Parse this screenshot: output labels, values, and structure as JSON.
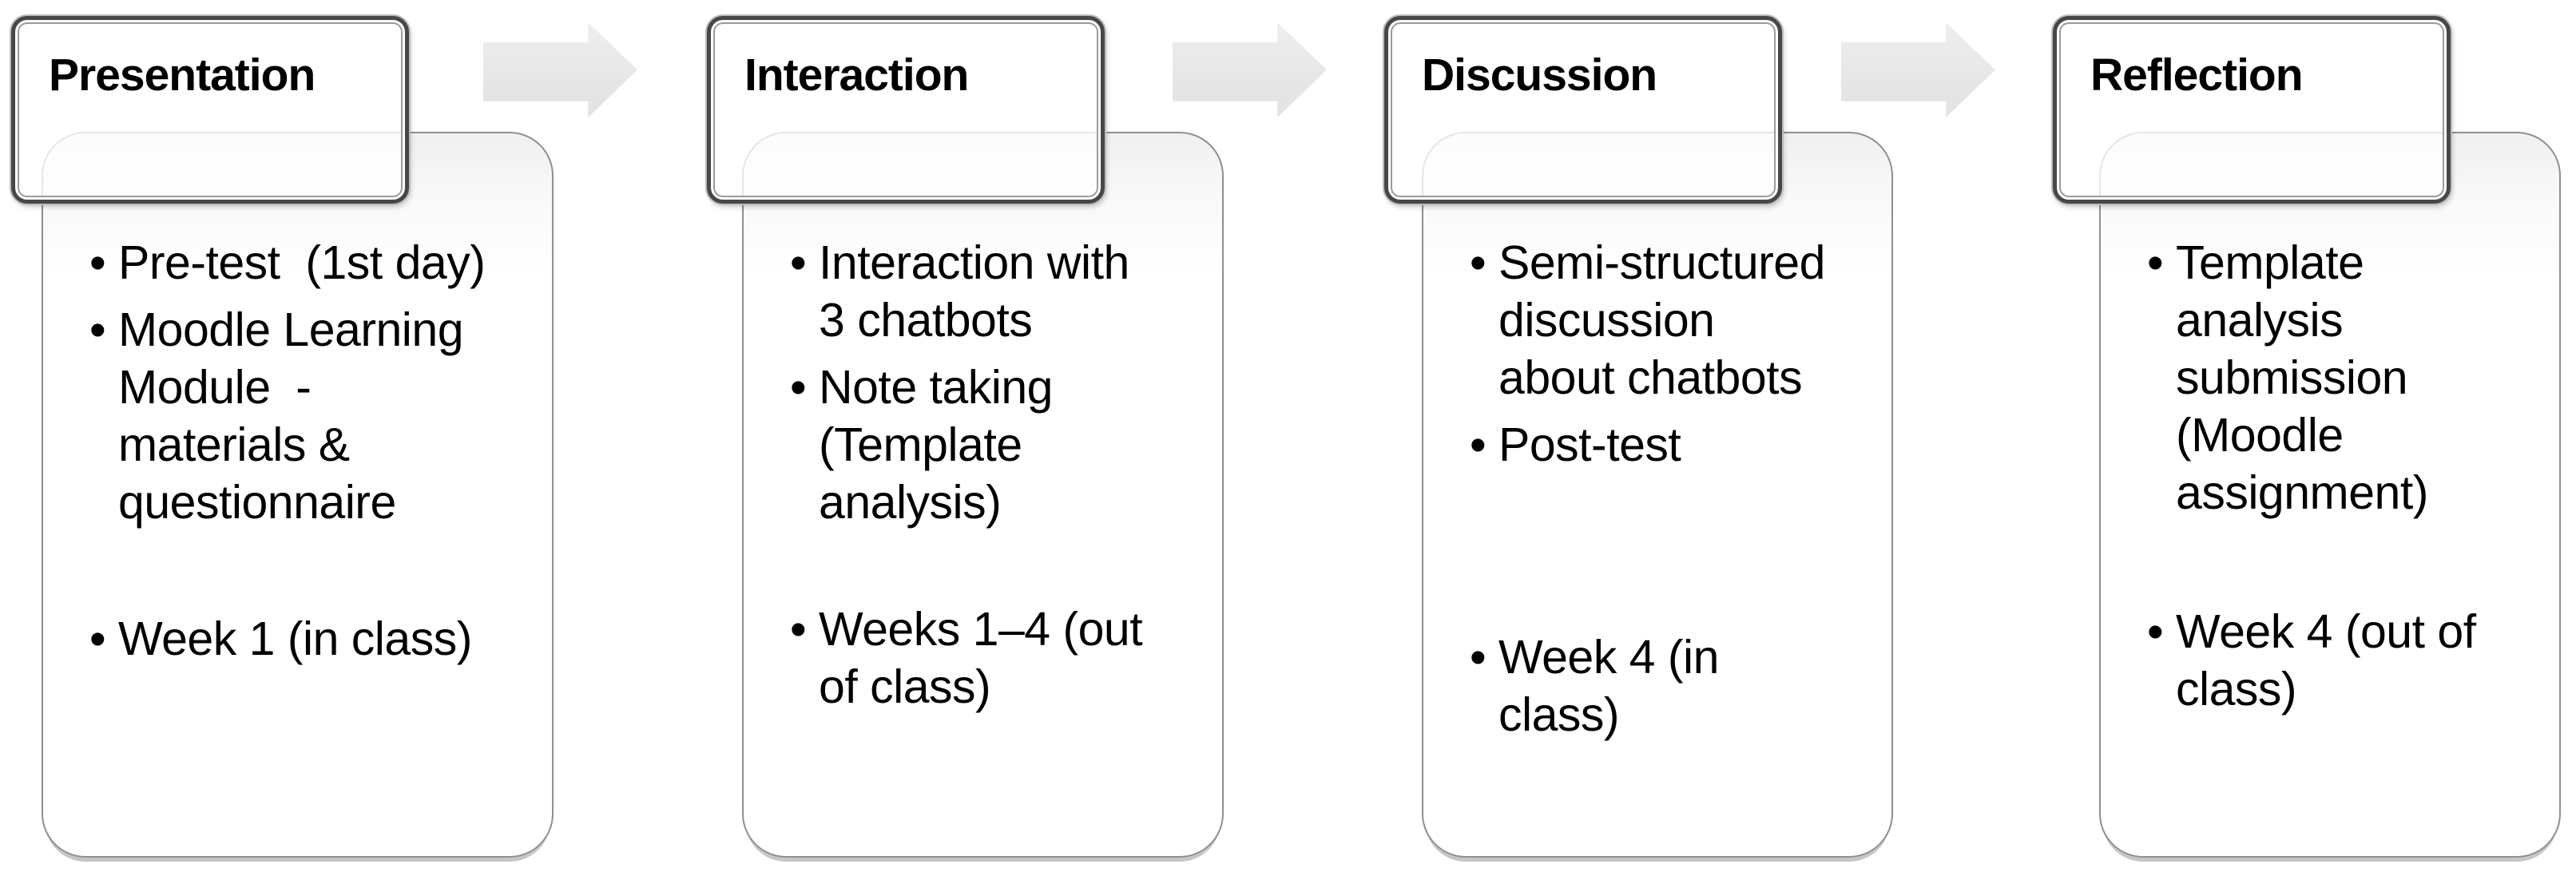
{
  "page": {
    "background": "#ffffff"
  },
  "diagram": {
    "type": "process-flow",
    "connector": "right-arrow",
    "arrow_count": 3,
    "stages": [
      {
        "title": "Presentation",
        "bullets": [
          "Pre-test  (1st day)",
          "Moodle Learning\nModule  -\nmaterials &\nquestionnaire",
          "",
          "Week 1 (in class)"
        ]
      },
      {
        "title": "Interaction",
        "bullets": [
          "Interaction with\n3 chatbots",
          "Note taking\n(Template\nanalysis)",
          "",
          "Weeks 1–4 (out\nof class)"
        ]
      },
      {
        "title": "Discussion",
        "bullets": [
          "Semi-structured\ndiscussion\nabout chatbots",
          "Post-test",
          "",
          "Week 4 (in\nclass)"
        ]
      },
      {
        "title": "Reflection",
        "bullets": [
          "Template\nanalysis\nsubmission\n(Moodle\nassignment)",
          "",
          "Week 4 (out of\nclass)"
        ]
      }
    ]
  },
  "colors": {
    "header_border": "#474747",
    "header_inner_ring": "#9b9b9b",
    "header_fill": "rgba(255,255,255,0.78)",
    "card_border": "#8f8f8f",
    "card_top_tint": "#f0f0f0",
    "card_bottom_shadow": "#c6c6c6",
    "arrow_fill": "#e8e8e8",
    "text": "#000000"
  }
}
